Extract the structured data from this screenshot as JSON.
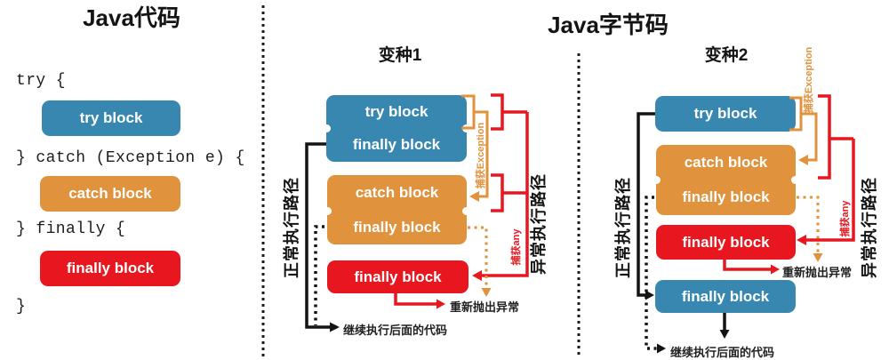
{
  "colors": {
    "blue": "#3787b0",
    "orange": "#e0923d",
    "red": "#e8171f",
    "ink": "#141414",
    "label": "#222222"
  },
  "left_panel": {
    "title": "Java代码",
    "code_line_1": "try {",
    "code_line_2": "} catch (Exception e) {",
    "code_line_3": "} finally {",
    "code_line_4": "}",
    "try_block": "try block",
    "catch_block": "catch block",
    "finally_block": "finally block"
  },
  "bytecode": {
    "title": "Java字节码",
    "variant1": {
      "title": "变种1",
      "blue_row_1": "try block",
      "blue_row_2": "finally block",
      "orange_row_1": "catch block",
      "orange_row_2": "finally block",
      "red_row": "finally block",
      "normal_path": "正常执行路径",
      "exception_path": "异常执行路径",
      "catch_exception": "捕获Exception",
      "catch_any": "捕获any",
      "rethrow": "重新抛出异常",
      "continue": "继续执行后面的代码"
    },
    "variant2": {
      "title": "变种2",
      "blue_row": "try block",
      "orange_row_1": "catch block",
      "orange_row_2": "finally block",
      "red_row": "finally block",
      "bottom_blue_row": "finally block",
      "normal_path": "正常执行路径",
      "exception_path": "异常执行路径",
      "catch_exception": "捕获Exception",
      "catch_any": "捕获any",
      "rethrow": "重新抛出异常",
      "continue": "继续执行后面的代码"
    }
  }
}
